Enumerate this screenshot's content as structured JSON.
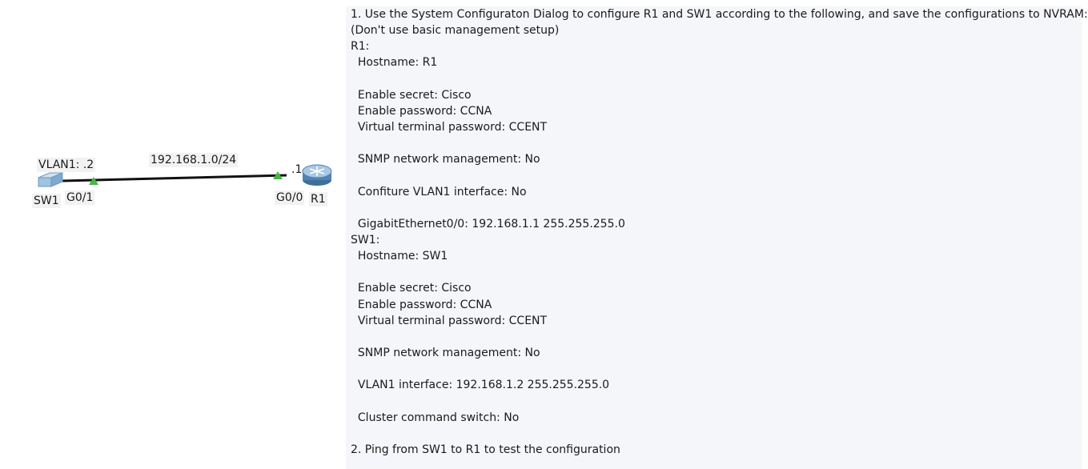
{
  "topology": {
    "sw1": {
      "name": "SW1",
      "vlan_label": "VLAN1: .2",
      "port": "G0/1"
    },
    "r1": {
      "name": "R1",
      "host_label": ".1",
      "port": "G0/0"
    },
    "network_label": "192.168.1.0/24",
    "colors": {
      "link": "#111111",
      "port_up": "#48b548",
      "router_body": "#4f84b3",
      "switch_body": "#9fc3e0"
    }
  },
  "instructions": {
    "lines": [
      "1. Use the System Configuraton Dialog to configure R1 and SW1 according to the following, and save the configurations to NVRAM:",
      "(Don't use basic management setup)",
      "R1:",
      "  Hostname: R1",
      "",
      "  Enable secret: Cisco",
      "  Enable password: CCNA",
      "  Virtual terminal password: CCENT",
      "",
      "  SNMP network management: No",
      "",
      "  Confiture VLAN1 interface: No",
      "",
      "  GigabitEthernet0/0: 192.168.1.1 255.255.255.0",
      "SW1:",
      "  Hostname: SW1",
      "",
      "  Enable secret: Cisco",
      "  Enable password: CCNA",
      "  Virtual terminal password: CCENT",
      "",
      "  SNMP network management: No",
      "",
      "  VLAN1 interface: 192.168.1.2 255.255.255.0",
      "",
      "  Cluster command switch: No",
      "",
      "2. Ping from SW1 to R1 to test the configuration"
    ]
  }
}
